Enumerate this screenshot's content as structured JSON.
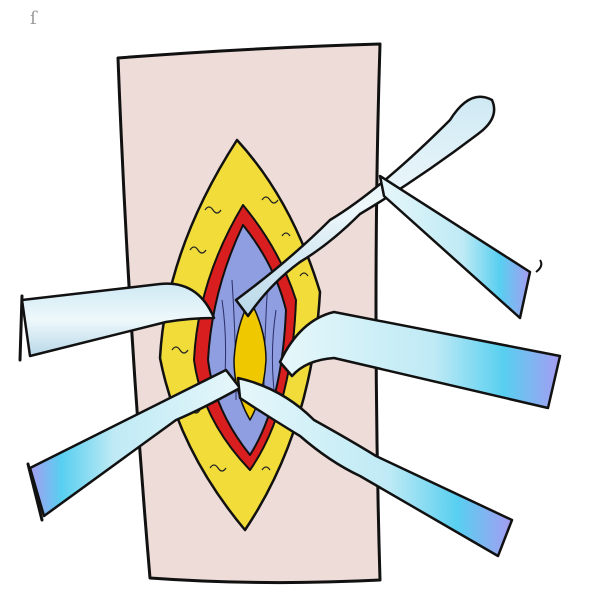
{
  "illustration": {
    "subject": "surgical-incision-with-retractors",
    "corner_mark": "ſ",
    "retractor_count": 6,
    "colors": {
      "skin": "#eddcd8",
      "fat": "#f2dc3a",
      "muscle_red": "#d81e1e",
      "fascia_blue": "#8e9ee0",
      "deep_yellow": "#f0c800",
      "instrument_light": "#d8f4f8",
      "instrument_mid": "#5ad0f0",
      "instrument_violet": "#a89cf0",
      "outline": "#111111"
    }
  }
}
